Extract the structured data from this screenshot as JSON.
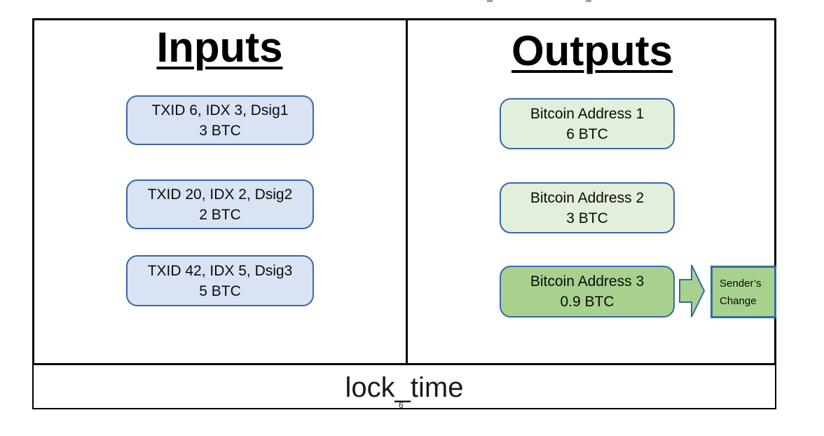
{
  "diagram": {
    "inputs": {
      "title": "Inputs",
      "boxes": [
        {
          "line1": "TXID 6, IDX 3, Dsig1",
          "line2": "3 BTC"
        },
        {
          "line1": "TXID 20, IDX 2, Dsig2",
          "line2": "2 BTC"
        },
        {
          "line1": "TXID 42, IDX 5, Dsig3",
          "line2": "5 BTC"
        }
      ]
    },
    "outputs": {
      "title": "Outputs",
      "boxes": [
        {
          "line1": "Bitcoin Address 1",
          "line2": "6 BTC"
        },
        {
          "line1": "Bitcoin Address 2",
          "line2": "3 BTC"
        },
        {
          "line1": "Bitcoin Address 3",
          "line2": "0.9 BTC"
        }
      ]
    },
    "change_label": {
      "line1": "Sender’s",
      "line2": "Change"
    },
    "footer": {
      "label": "lock_time",
      "page_number": "6"
    },
    "colors": {
      "input_fill": "#dae3f3",
      "output_light_fill": "#e2efda",
      "output_dark_fill": "#a9d18e",
      "box_border_blue": "#3a66ac",
      "arrow_border_blue": "#2e6da3",
      "outline_black": "#000000"
    }
  }
}
